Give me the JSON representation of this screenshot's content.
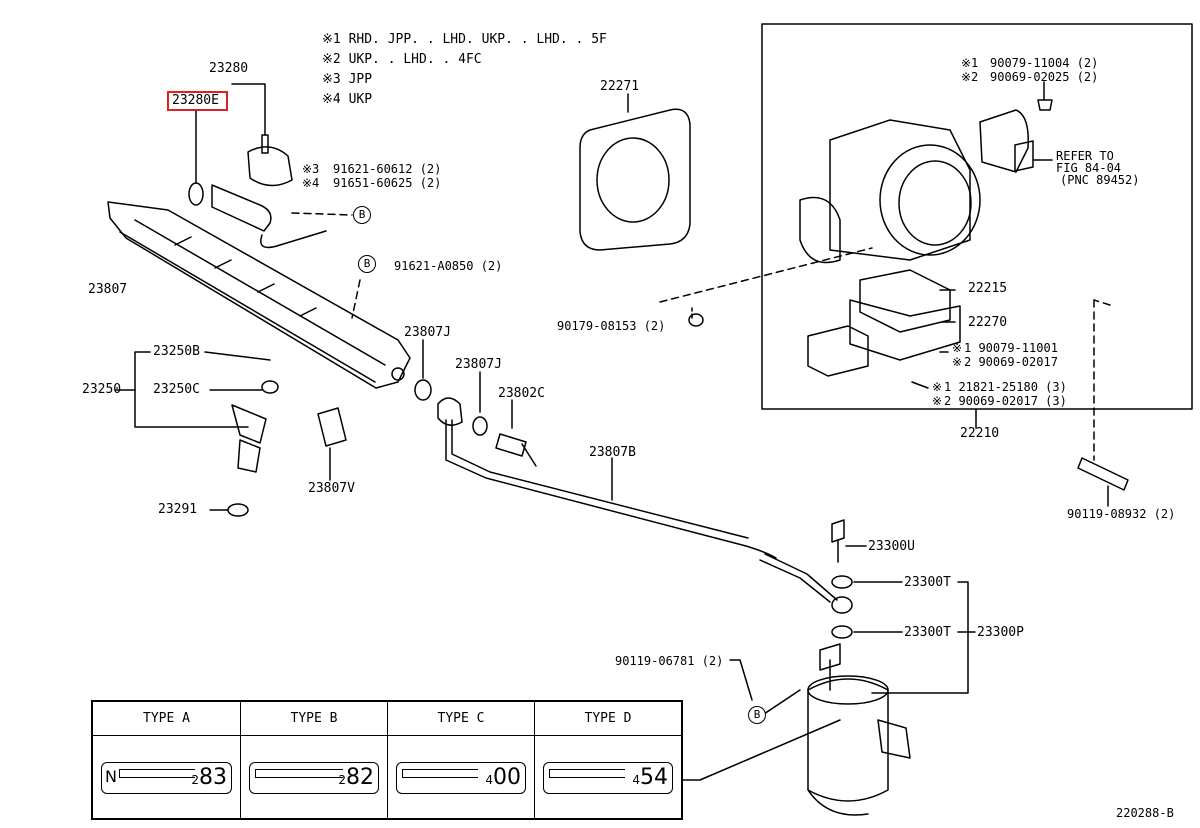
{
  "notes": [
    {
      "mark": "※1",
      "text": "RHD. JPP. . LHD. UKP. . LHD. . 5F"
    },
    {
      "mark": "※2",
      "text": "UKP. . LHD. . 4FC"
    },
    {
      "mark": "※3",
      "text": "JPP"
    },
    {
      "mark": "※4",
      "text": "UKP"
    }
  ],
  "callouts": {
    "c23280": "23280",
    "c23280e": "23280E",
    "c23807": "23807",
    "c23250": "23250",
    "c23250b": "23250B",
    "c23250c": "23250C",
    "c23291": "23291",
    "c23807v": "23807V",
    "c23807j_a": "23807J",
    "c23807j_b": "23807J",
    "c23802c": "23802C",
    "c23807b": "23807B",
    "c22271": "22271",
    "c90179": "90179-08153 (2)",
    "c91621a": "91621-A0850 (2)",
    "c91621": "91621-60612 (2)",
    "c91651": "91651-60625 (2)",
    "m3": "※3",
    "m4": "※4",
    "c22215": "22215",
    "c22270": "22270",
    "c22210": "22210",
    "c90079a": "90079-11004 (2)",
    "c90069a": "90069-02025 (2)",
    "m1a": "※1",
    "m2a": "※2",
    "refer1": "REFER TO",
    "refer2": "FIG 84-04",
    "refer3": "(PNC 89452)",
    "c90079b": "1 90079-11001",
    "c90069b": "2 90069-02017",
    "c121821": "1 21821-25180 (3)",
    "c90069c": "2 90069-02017 (3)",
    "m1b": "※",
    "m2b": "※",
    "m1c": "※",
    "m2c": "※",
    "c90119a": "90119-08932 (2)",
    "c23300u": "23300U",
    "c23300t_a": "23300T",
    "c23300t_b": "23300T",
    "c23300p": "23300P",
    "c90119b": "90119-06781 (2)",
    "b_letter": "B",
    "diagram_id": "220288-B"
  },
  "types": [
    {
      "label": "TYPE A",
      "prefix": "N",
      "sub": "2",
      "code": "83"
    },
    {
      "label": "TYPE B",
      "prefix": "",
      "sub": "2",
      "code": "82"
    },
    {
      "label": "TYPE C",
      "prefix": "",
      "sub": "4",
      "code": "00"
    },
    {
      "label": "TYPE D",
      "prefix": "",
      "sub": "4",
      "code": "54"
    }
  ]
}
